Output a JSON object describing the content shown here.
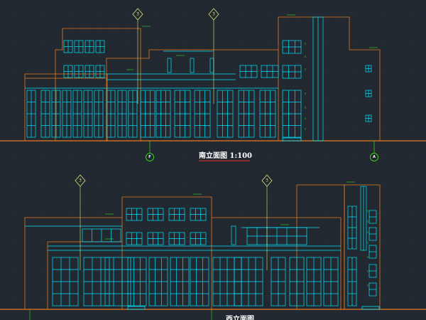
{
  "drawing": {
    "south": {
      "title": "南立面图 1:100",
      "section_marker": "3",
      "axis_left": "F",
      "axis_right": "A"
    },
    "west": {
      "title": "西立面图",
      "section_marker": "3"
    }
  },
  "colors": {
    "background": "#212830",
    "grid": "#2b333c",
    "outline": "#e8781e",
    "window": "#00e5ff",
    "dimension": "#39ff14",
    "leader": "#d8e878"
  }
}
